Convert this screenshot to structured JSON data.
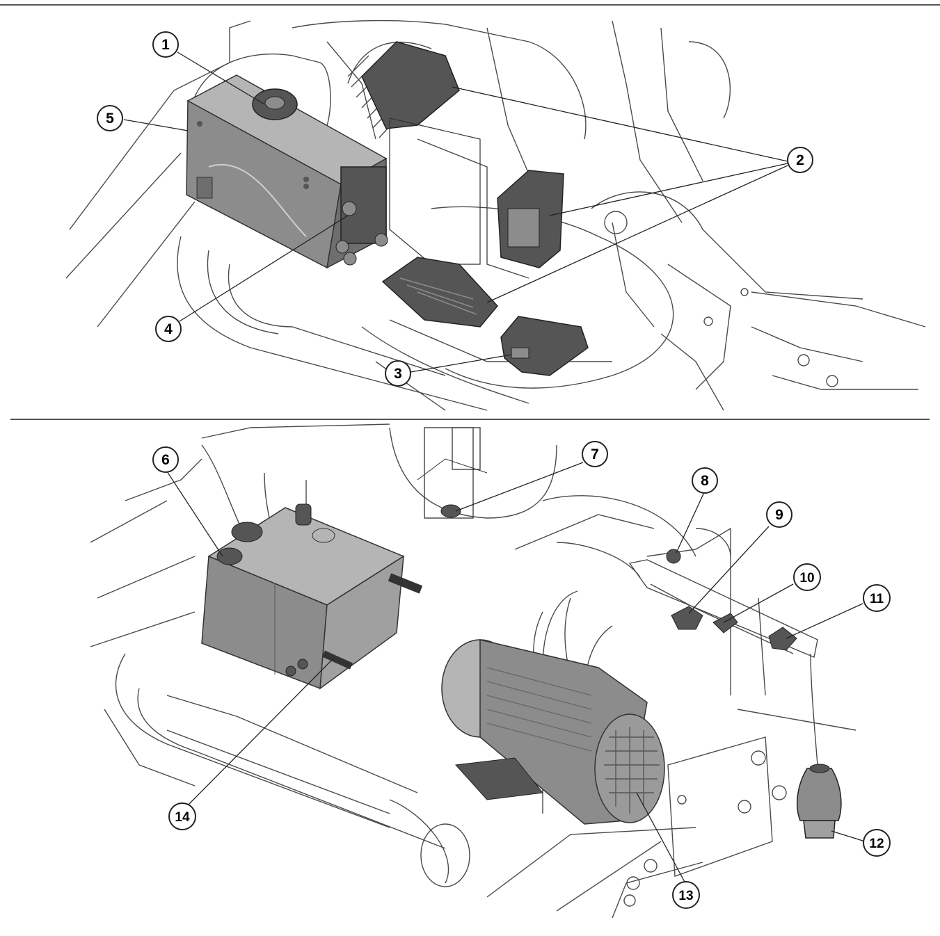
{
  "diagram": {
    "callouts": [
      "1",
      "2",
      "3",
      "4",
      "5",
      "6",
      "7",
      "8",
      "9",
      "10",
      "11",
      "12",
      "13",
      "14"
    ]
  },
  "colors": {
    "line": "#3a3a3a",
    "component": "#8c8c8c",
    "component_dark": "#555555",
    "component_light": "#b5b5b5",
    "highlight": "#cfcfcf",
    "background": "#ffffff"
  }
}
